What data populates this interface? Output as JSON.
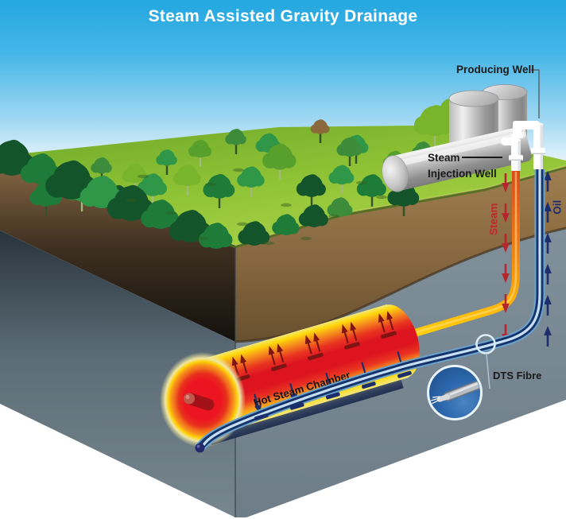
{
  "title": "Steam Assisted Gravity Drainage",
  "labels": {
    "producing_well": "Producing Well",
    "steam_injection_line1": "Steam",
    "steam_injection_line2": "Injection Well",
    "dts_fibre": "DTS Fibre"
  },
  "flows": {
    "steam": {
      "label": "Steam",
      "color": "#b5272d",
      "direction": "down",
      "arrow_count": 6
    },
    "oil": {
      "label": "Oil",
      "color": "#1c2e6e",
      "direction": "up",
      "arrow_count": 6
    }
  },
  "chamber": {
    "label": "Hot Steam Chamber",
    "top_arrow_pairs": 5,
    "bottom_arrows": 5,
    "top_arrow_color": "#7e1414",
    "bottom_arrow_color": "#1c2e6e"
  },
  "colors": {
    "sky_top": "#23a7e0",
    "grass": "#8fc235",
    "soil": "#8a6a44",
    "rock": "#76858e",
    "steam_pipe": "#f7941d",
    "oil_pipe": "#16346b",
    "chamber_core": "#dd1420",
    "chamber_edge": "#ffd90a",
    "tank": "#c9c9c9",
    "title_text": "#ffffff",
    "label_text": "#1a1a1a"
  }
}
